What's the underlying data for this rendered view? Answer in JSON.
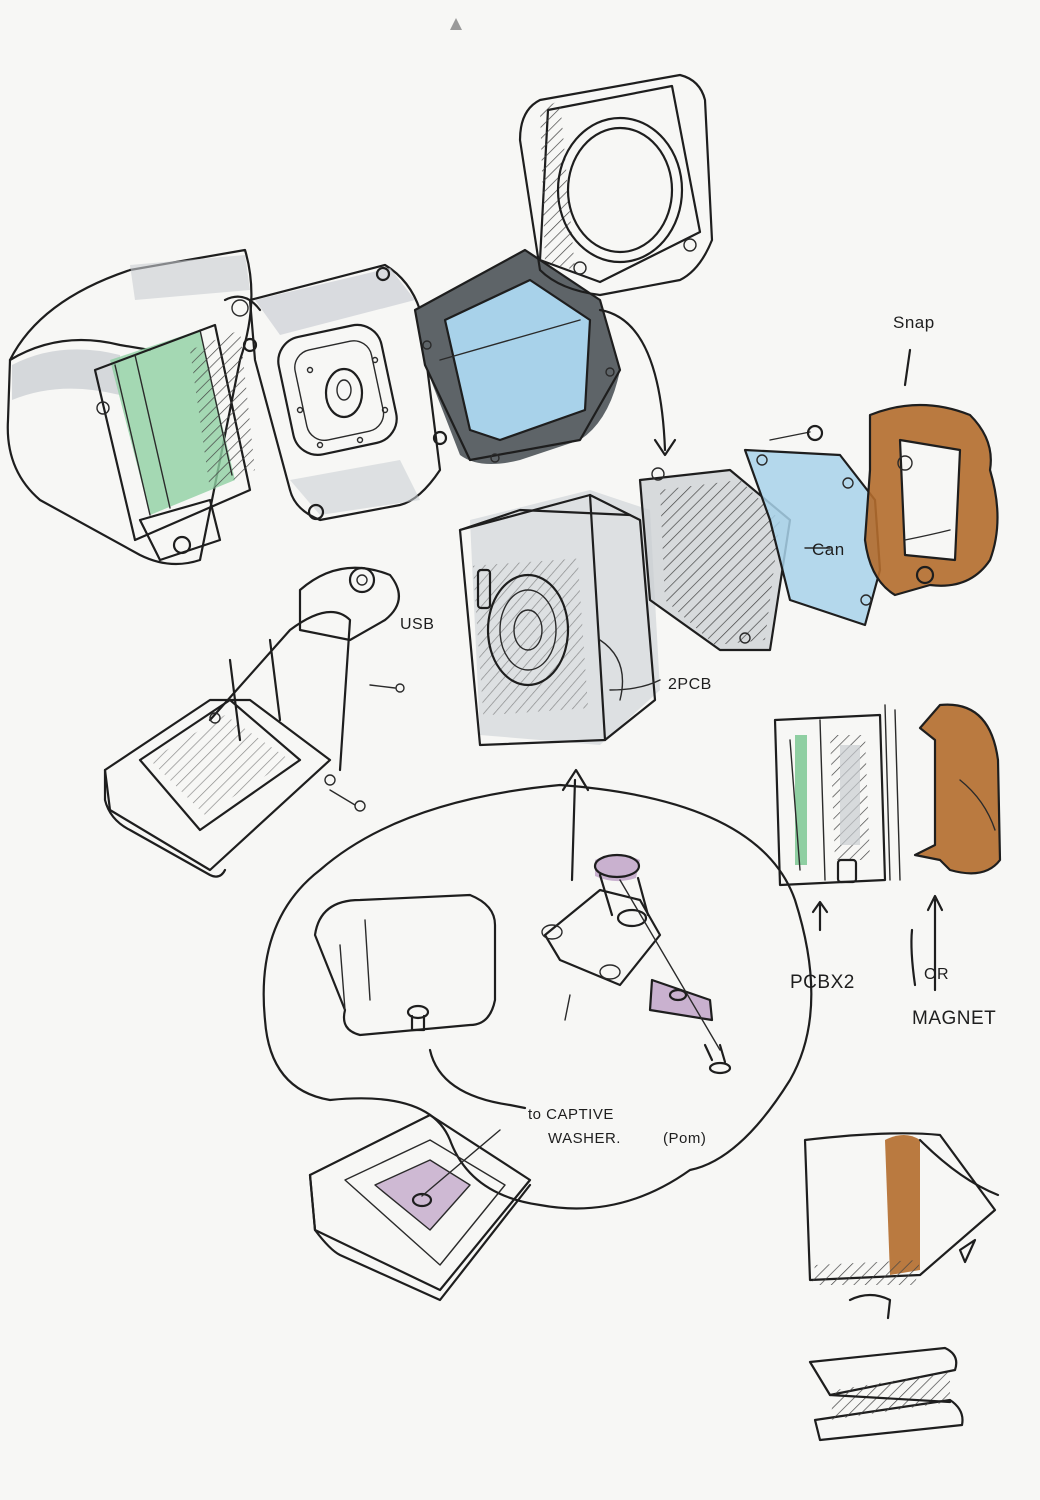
{
  "colors": {
    "ink": "#1e1e1e",
    "paper": "#f7f7f5",
    "grey_marker": "#c9cdd2",
    "dark_grey_marker": "#5e6468",
    "green_marker": "#8fcfa2",
    "blue_marker": "#a8d2ea",
    "brown_marker": "#b36b2c",
    "purple_marker": "#c9b1cf"
  },
  "labels": {
    "snap": "Snap",
    "can": "Can",
    "usb": "USB",
    "pcb_count": "2PCB",
    "pcb_x2": "PCBX2",
    "or": "OR",
    "magnet": "MAGNET",
    "captive_washer_line1": "to CAPTIVE",
    "captive_washer_line2": "WASHER.",
    "pom": "(Pom)"
  }
}
